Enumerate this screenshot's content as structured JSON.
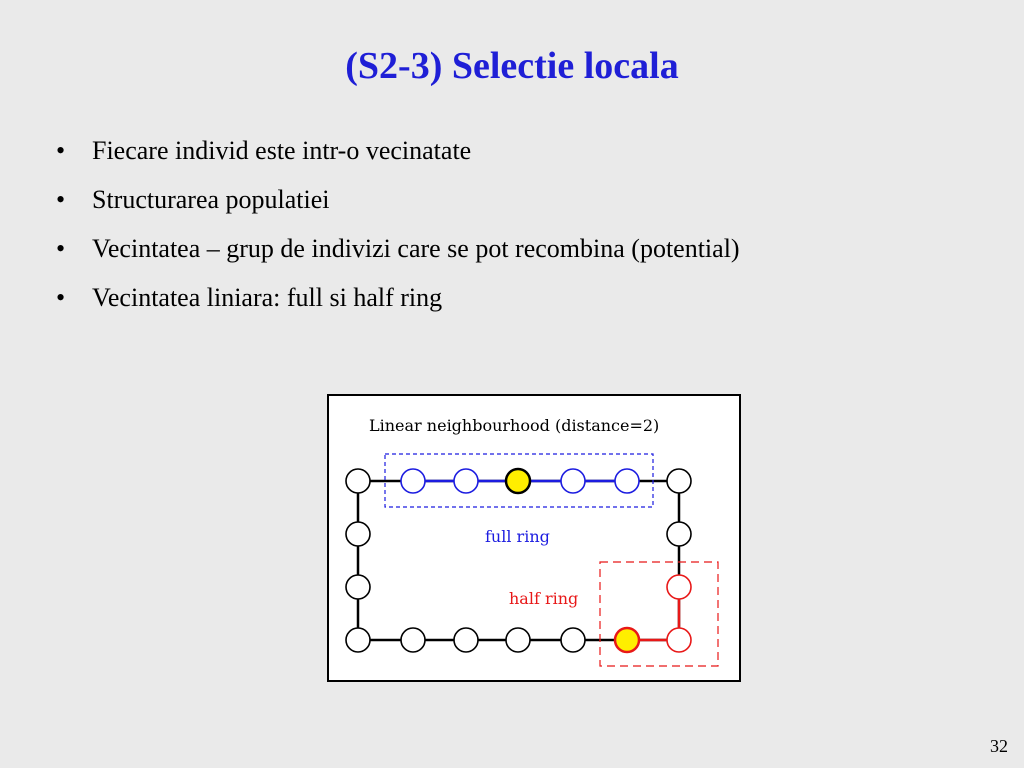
{
  "slide": {
    "title": "(S2-3) Selectie locala",
    "page_number": "32"
  },
  "bullets": [
    "Fiecare individ este intr-o vecinatate",
    "Structurarea populatiei",
    "Vecintatea – grup de indivizi care se pot recombina (potential)",
    "Vecintatea liniara: full si half ring"
  ],
  "diagram": {
    "title": "Linear neighbourhood  (distance=2)",
    "full_ring_label": "full ring",
    "half_ring_label": "half ring",
    "colors": {
      "full_ring": "#1c1ce0",
      "half_ring": "#e81818",
      "selected_node": "#ffee00",
      "node_outline": "#000000",
      "ring_line": "#000000"
    }
  }
}
